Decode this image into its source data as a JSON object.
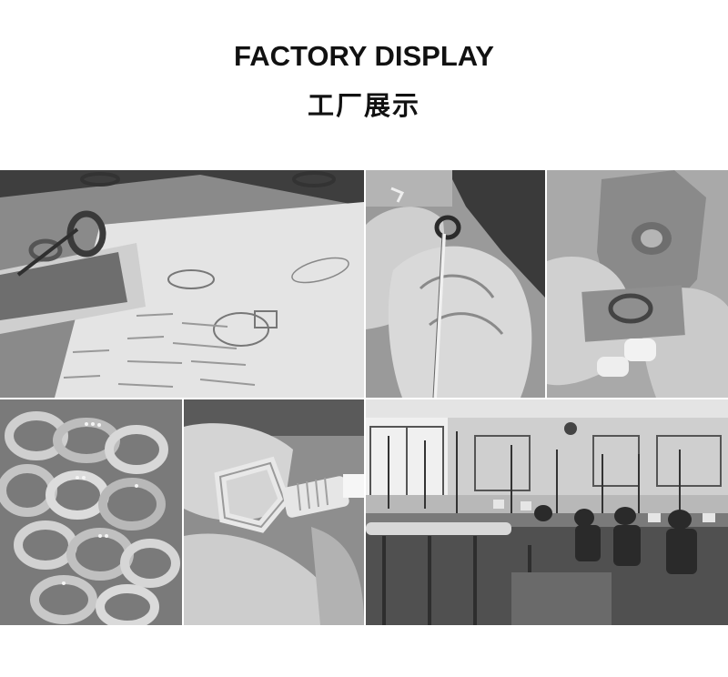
{
  "header": {
    "title_en": "FACTORY DISPLAY",
    "title_zh": "工厂展示"
  },
  "gallery": {
    "photos": [
      {
        "icon": "sketch-and-wax-ring-photo"
      },
      {
        "icon": "hand-engraving-ring-photo"
      },
      {
        "icon": "wax-mold-hands-photo"
      },
      {
        "icon": "stacked-silver-rings-photo"
      },
      {
        "icon": "ring-polishing-photo"
      },
      {
        "icon": "factory-workshop-photo"
      }
    ]
  },
  "colors": {
    "background": "#ffffff",
    "text": "#111111",
    "photo_tone": "grayscale"
  }
}
